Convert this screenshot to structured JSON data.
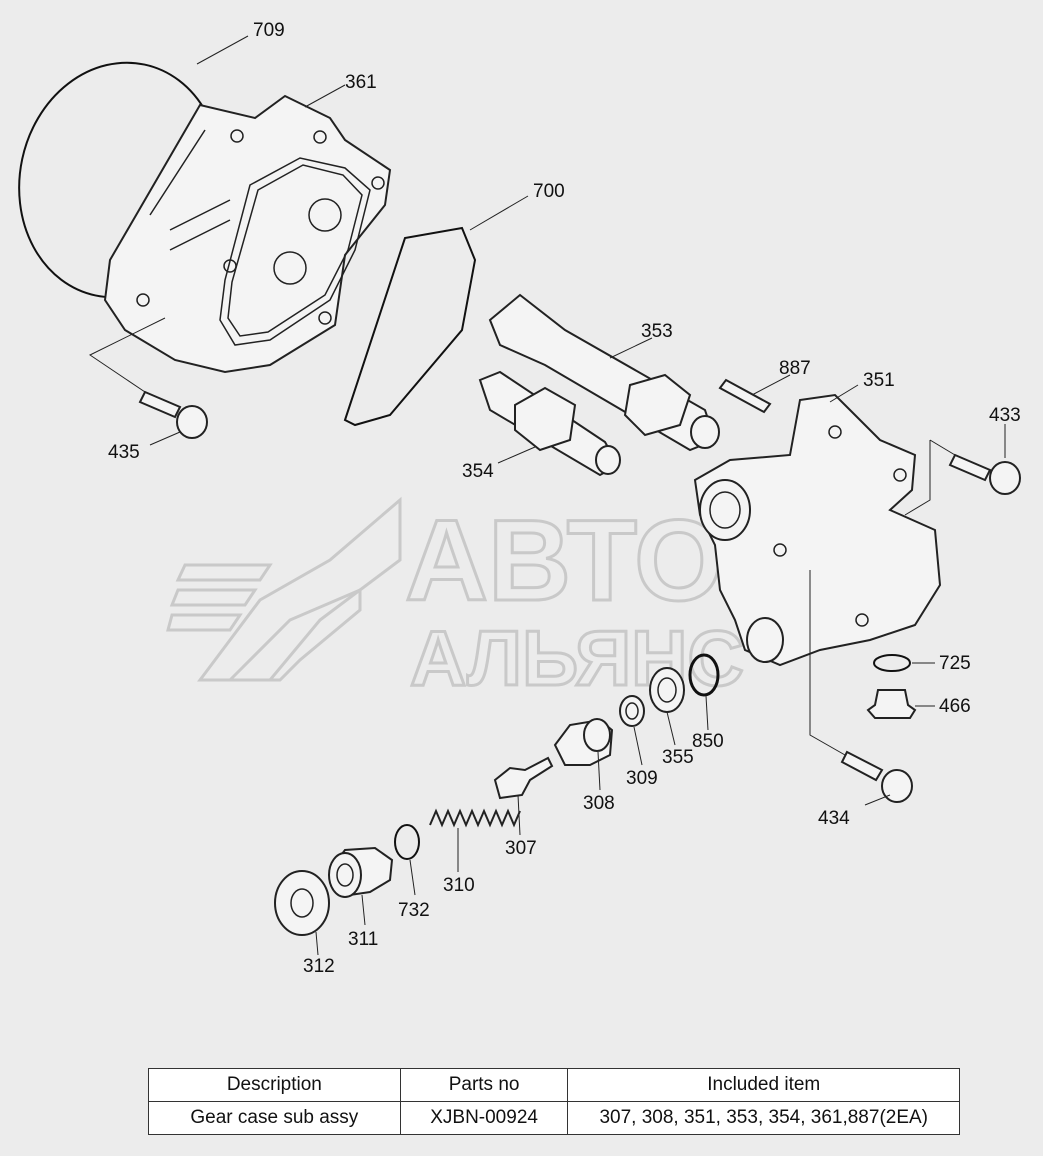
{
  "watermark": {
    "line1": "АВТО",
    "line2": "АЛЬЯНС"
  },
  "callouts": [
    "709",
    "361",
    "700",
    "353",
    "887",
    "351",
    "433",
    "354",
    "435",
    "725",
    "466",
    "850",
    "355",
    "309",
    "308",
    "434",
    "307",
    "310",
    "732",
    "311",
    "312"
  ],
  "table": {
    "headers": [
      "Description",
      "Parts no",
      "Included item"
    ],
    "rows": [
      [
        "Gear case sub assy",
        "XJBN-00924",
        "307, 308, 351, 353, 354, 361,887(2EA)"
      ]
    ]
  }
}
